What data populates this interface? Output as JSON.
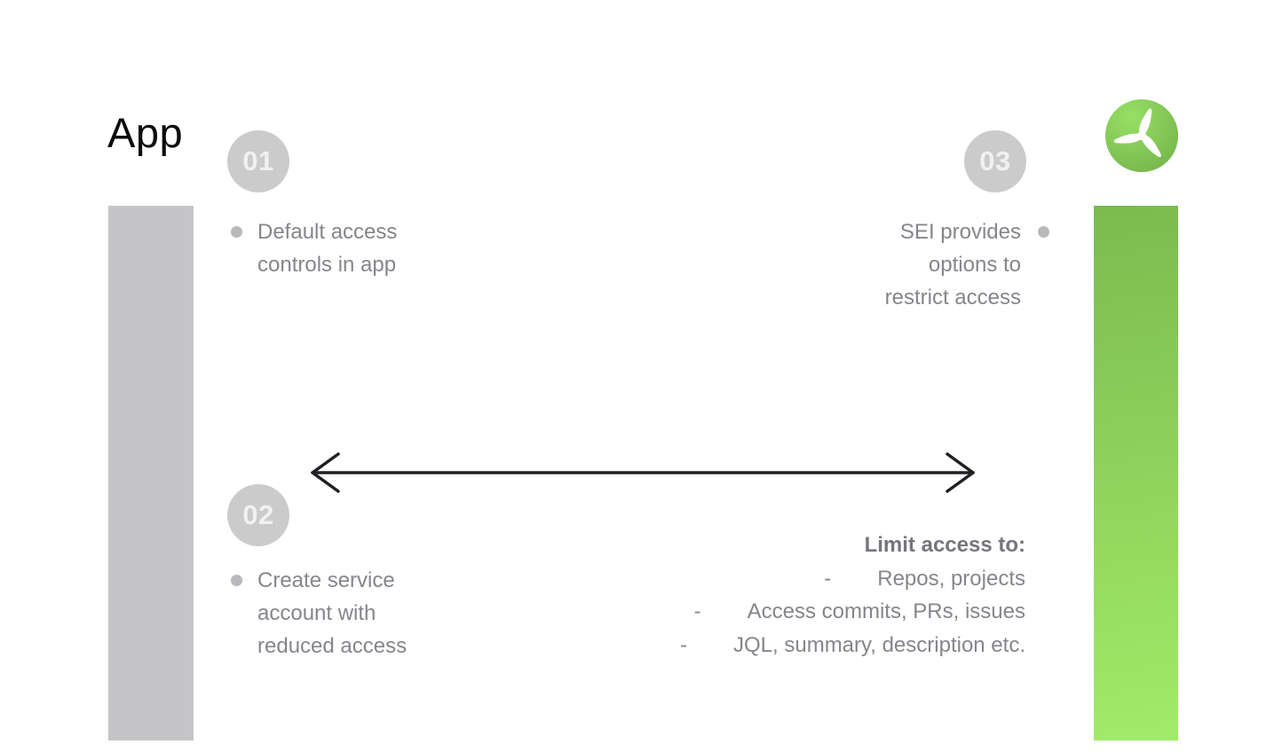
{
  "title": "App",
  "logo": {
    "icon": "propeller-icon"
  },
  "steps": [
    {
      "number": "01",
      "text": "Default access controls in app",
      "align": "left"
    },
    {
      "number": "02",
      "text": "Create service account with reduced access",
      "align": "left"
    },
    {
      "number": "03",
      "text": "SEI provides options to restrict access",
      "align": "right"
    }
  ],
  "arrow": {
    "icon": "double-headed-arrow"
  },
  "limit": {
    "heading": "Limit access to:",
    "marker": "-",
    "items": [
      "Repos, projects",
      "Access commits, PRs, issues",
      "JQL, summary, description etc."
    ]
  },
  "theme": {
    "bar-gray": "#c5c5c7",
    "bar-green-top": "#7cba4f",
    "bar-green-bottom": "#a1ec68",
    "logo-green-light": "#97e065",
    "logo-green-dark": "#73b049",
    "step-badge-bg": "#cbcbcb",
    "step-badge-text": "#f1f1f1",
    "text-gray": "#85868b",
    "heading-gray": "#75767c",
    "arrow-black": "#202024",
    "bullet-gray": "#b9b9bc",
    "title-black": "#0b0b0c"
  }
}
